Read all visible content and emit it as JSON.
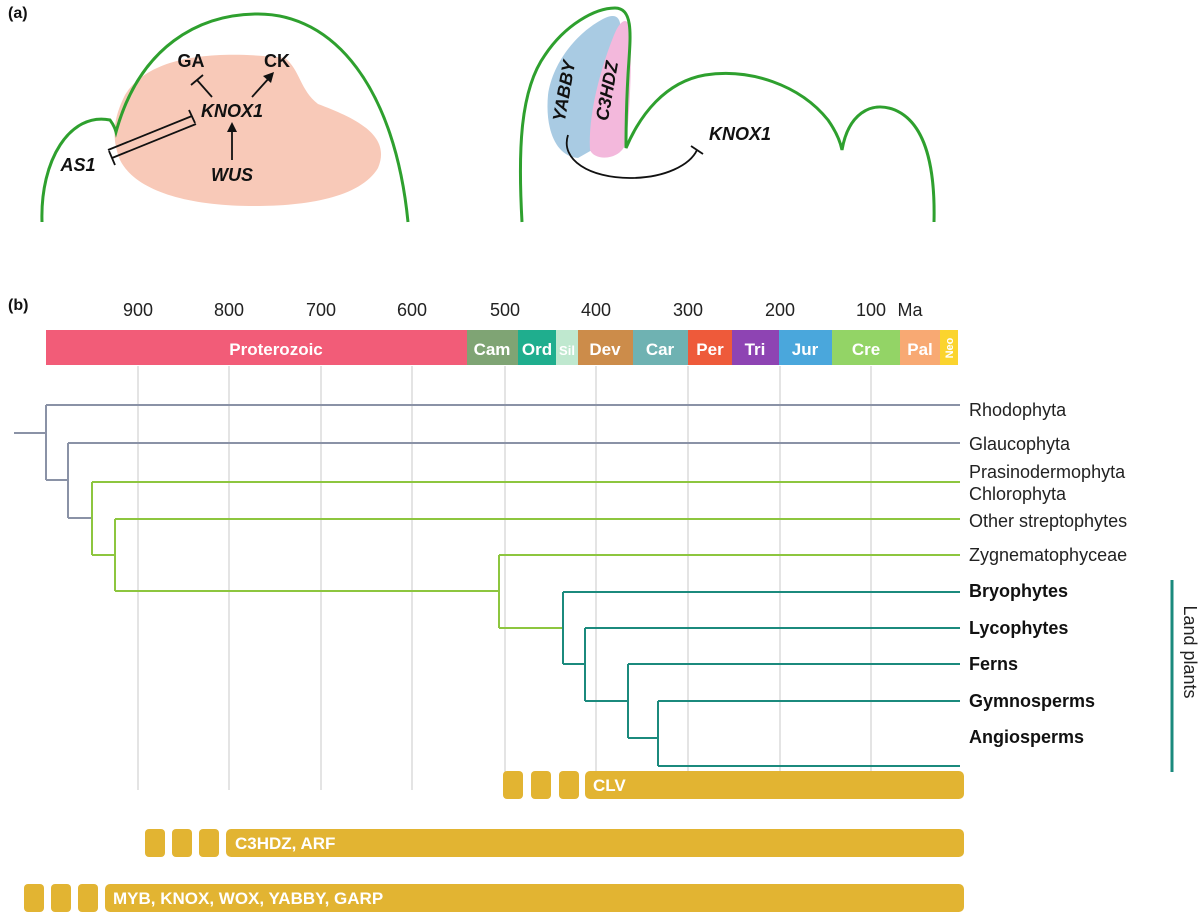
{
  "panel_a": {
    "label": "(a)",
    "left_meristem": {
      "hormone_1": "GA",
      "hormone_2": "CK",
      "gene_center": "KNOX1",
      "gene_left": "AS1",
      "gene_bottom": "WUS"
    },
    "right_meristem": {
      "gene_1": "YABBY",
      "gene_2": "C3HDZ",
      "gene_target": "KNOX1"
    }
  },
  "panel_b": {
    "label": "(b)",
    "axis_unit": "Ma",
    "ticks": [
      "900",
      "800",
      "700",
      "600",
      "500",
      "400",
      "300",
      "200",
      "100"
    ],
    "periods": [
      "Proterozoic",
      "Cam",
      "Ord",
      "Sil",
      "Dev",
      "Car",
      "Per",
      "Tri",
      "Jur",
      "Cre",
      "Pal",
      "Neo"
    ],
    "taxa": [
      {
        "name": "Rhodophyta",
        "bold": false
      },
      {
        "name": "Glaucophyta",
        "bold": false
      },
      {
        "name": "Prasinodermophyta",
        "bold": false
      },
      {
        "name": "Chlorophyta",
        "bold": false
      },
      {
        "name": "Other streptophytes",
        "bold": false
      },
      {
        "name": "Zygnematophyceae",
        "bold": false
      },
      {
        "name": "Bryophytes",
        "bold": true
      },
      {
        "name": "Lycophytes",
        "bold": true
      },
      {
        "name": "Ferns",
        "bold": true
      },
      {
        "name": "Gymnosperms",
        "bold": true
      },
      {
        "name": "Angiosperms",
        "bold": true
      }
    ],
    "land_plants_label": "Land plants",
    "gene_families": [
      "CLV",
      "C3HDZ, ARF",
      "MYB, KNOX, WOX, YABBY, GARP"
    ]
  },
  "colors": {
    "meristem_outline": "#2ea02e",
    "knox_zone": "#f8c9b8",
    "yabby_zone": "#a9cbe3",
    "c3hdz_zone": "#f3b8dc",
    "gray_branch": "#8a92a6",
    "green_branch": "#8dc63f",
    "teal_branch": "#1b8a7d",
    "gene_bar": "#e2b432"
  }
}
